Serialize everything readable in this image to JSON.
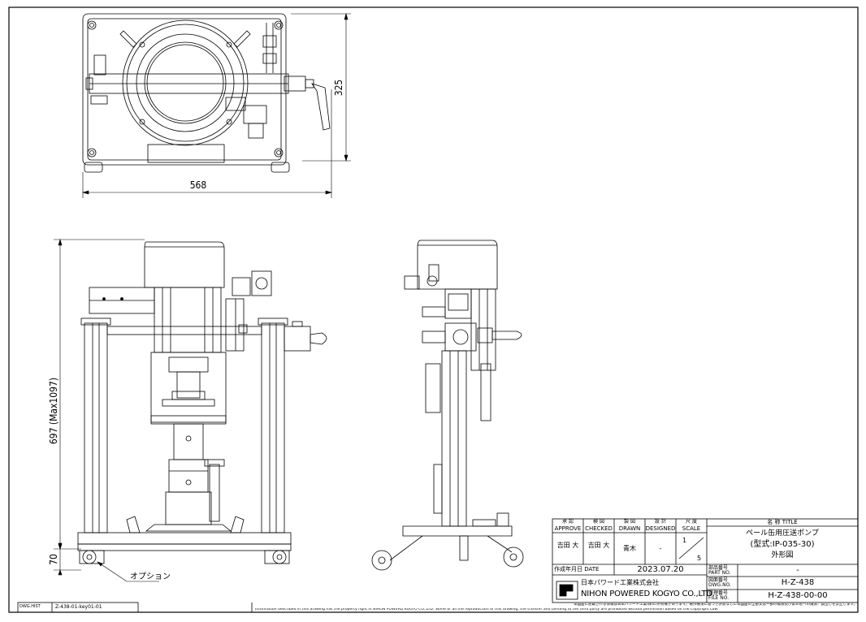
{
  "dimensions": {
    "top_width": "568",
    "top_depth": "325",
    "front_height": "697 (Max1097)",
    "base_height": "70"
  },
  "callout_option": "オプション",
  "title_block": {
    "approve_jp": "承 認",
    "approve_en": "APPROVE",
    "checked_jp": "検 図",
    "checked_en": "CHECKED",
    "drawn_jp": "製 図",
    "drawn_en": "DRAWN",
    "designed_jp": "設 計",
    "designed_en": "DESIGNED",
    "scale_jp": "尺 度",
    "scale_en": "SCALE",
    "approve_name": "吉田 大",
    "checked_name": "吉田 大",
    "drawn_name": "青木",
    "designed_name": "-",
    "scale_num": "1",
    "scale_den": "5",
    "title_label_jp": "名 称",
    "title_label_en": "TITLE",
    "title_line1": "ペール缶用圧送ポンプ",
    "title_line2": "(型式:IP-035-30)",
    "title_line3": "外形図",
    "date_label": "作成年月日 DATE",
    "date_value": "2023.07.20",
    "part_label": "部品番号 PART NO.",
    "part_value": "-",
    "dwg_label": "図面番号 DWG.NO.",
    "dwg_value": "H-Z-438",
    "file_label": "管理番号 FILE NO.",
    "file_value": "H-Z-438-00-00",
    "company_jp": "日本パワード工業株式会社",
    "company_en": "NIHON POWERED KOGYO CO.,LTD."
  },
  "footer": {
    "dwg_hist_label": "DWG.HIST",
    "dwg_hist_value": "Z-438-01-key01-01",
    "notice_en": "Information described in this drawing has the property right in NIHON POWERD KOGYO CO.,LTD. Some or all the reproduction of this drawing, the transfer and Lending to the third party are prohibited without permission based on the Copyright Law.",
    "notice_jp": "本図面に記載される情報は日本パワード工業(株)に所有権があります。著作権法に基づき許諾なしに本図面の全部又は一部の複製及び第三者への譲渡、貸出しを禁止します。"
  }
}
